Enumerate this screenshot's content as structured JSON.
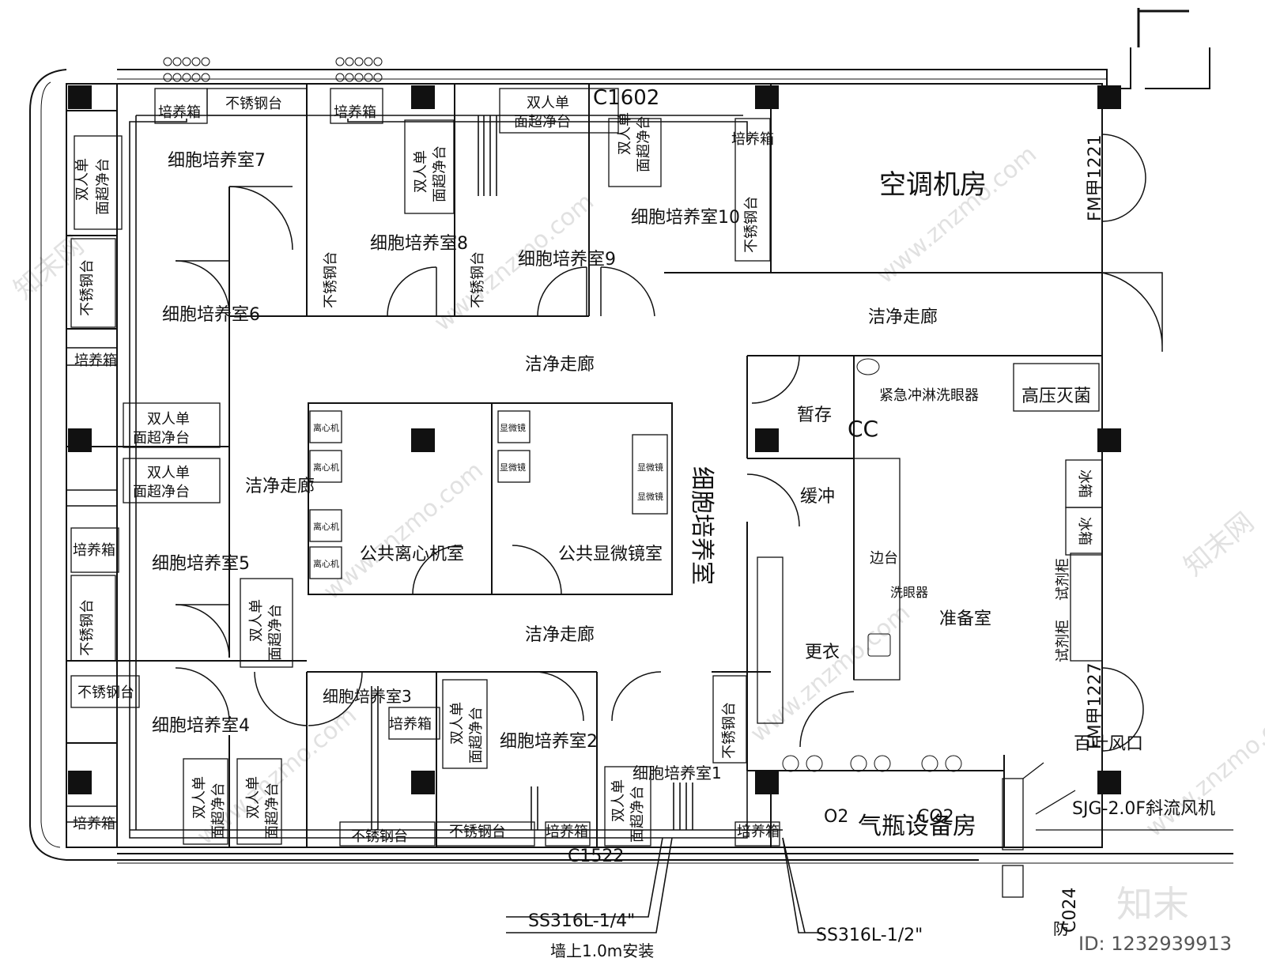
{
  "rooms": {
    "r7": "细胞培养室7",
    "r8": "细胞培养室8",
    "r9": "细胞培养室9",
    "r10": "细胞培养室10",
    "r6": "细胞培养室6",
    "r5": "细胞培养室5",
    "r4": "细胞培养室4",
    "r3": "细胞培养室3",
    "r2": "细胞培养室2",
    "r1": "细胞培养室1",
    "hvac": "空调机房",
    "corridor": "洁净走廊",
    "centrifuge": "公共离心机室",
    "microscope": "公共显微镜室",
    "cell_culture": "细胞培养室",
    "temp": "暂存",
    "buffer": "缓冲",
    "changing": "更衣",
    "prep": "准备室",
    "gas": "气瓶设备房"
  },
  "equipment": {
    "incubator": "培养箱",
    "ss_bench": "不锈钢台",
    "clean_bench_l1": "双人单",
    "clean_bench_l2": "面超净台",
    "centrifuge_unit": "离心机",
    "microscope_unit": "显微镜",
    "eyewash_shower": "紧急冲淋洗眼器",
    "autoclave": "高压灭菌",
    "fridge": "冰箱",
    "reagent": "试剂柜",
    "side_bench": "边台",
    "eyewash": "洗眼器"
  },
  "codes": {
    "c1": "C1602",
    "c2": "C1522",
    "c3": "C024",
    "fm1": "FM甲1221",
    "fm2": "FM甲1227",
    "cc": "CC"
  },
  "annotations": {
    "pipe1": "SS316L-1/4\"",
    "pipe2": "SS316L-1/2\"",
    "install": "墙上1.0m安装",
    "fan": "SJG-2.0F斜流风机",
    "louver": "百叶风口",
    "fire": "防",
    "o2": "O2",
    "co2": "CO2"
  },
  "watermarks": {
    "w1": "www.znzmo.com",
    "w2": "知末网",
    "brand": "知末",
    "id": "ID: 1232939913"
  }
}
